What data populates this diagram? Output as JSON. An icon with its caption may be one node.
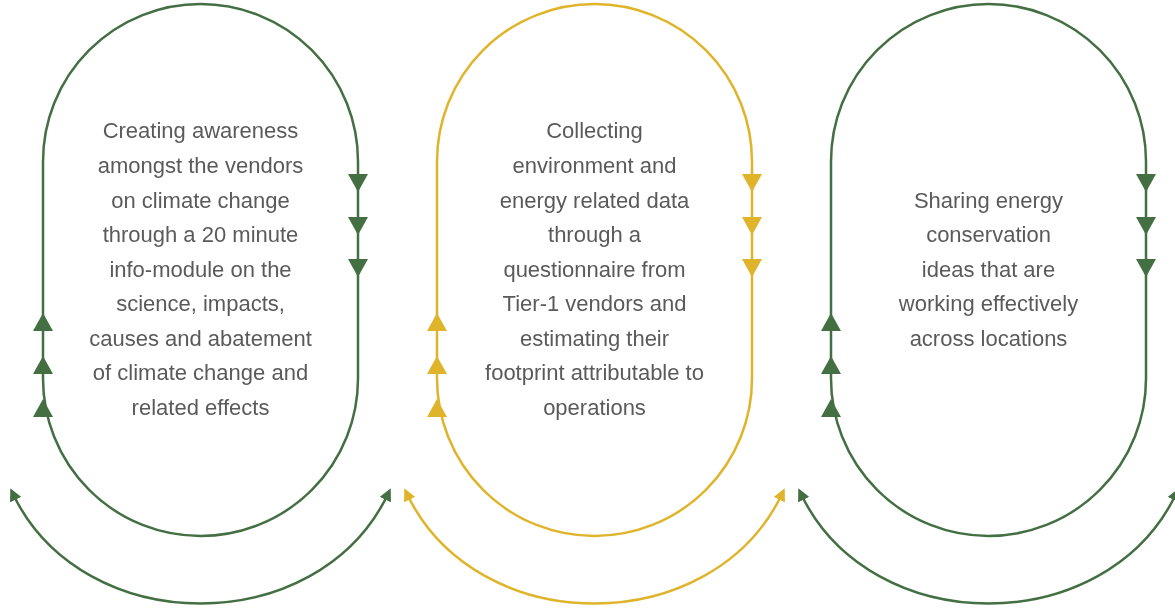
{
  "diagram": {
    "nodes": [
      {
        "text": [
          "Creating awareness amongst the vendors on climate change through a 20 minute info-module on the science, impacts, causes and abatement of climate change and related effects"
        ]
      },
      {
        "text": [
          "Collecting environment and energy related data through a questionnaire from Tier-1 vendors and estimating their footprint attributable to operations"
        ]
      },
      {
        "text": [
          "Sharing energy conservation ideas that are working effectively across locations"
        ]
      }
    ]
  }
}
